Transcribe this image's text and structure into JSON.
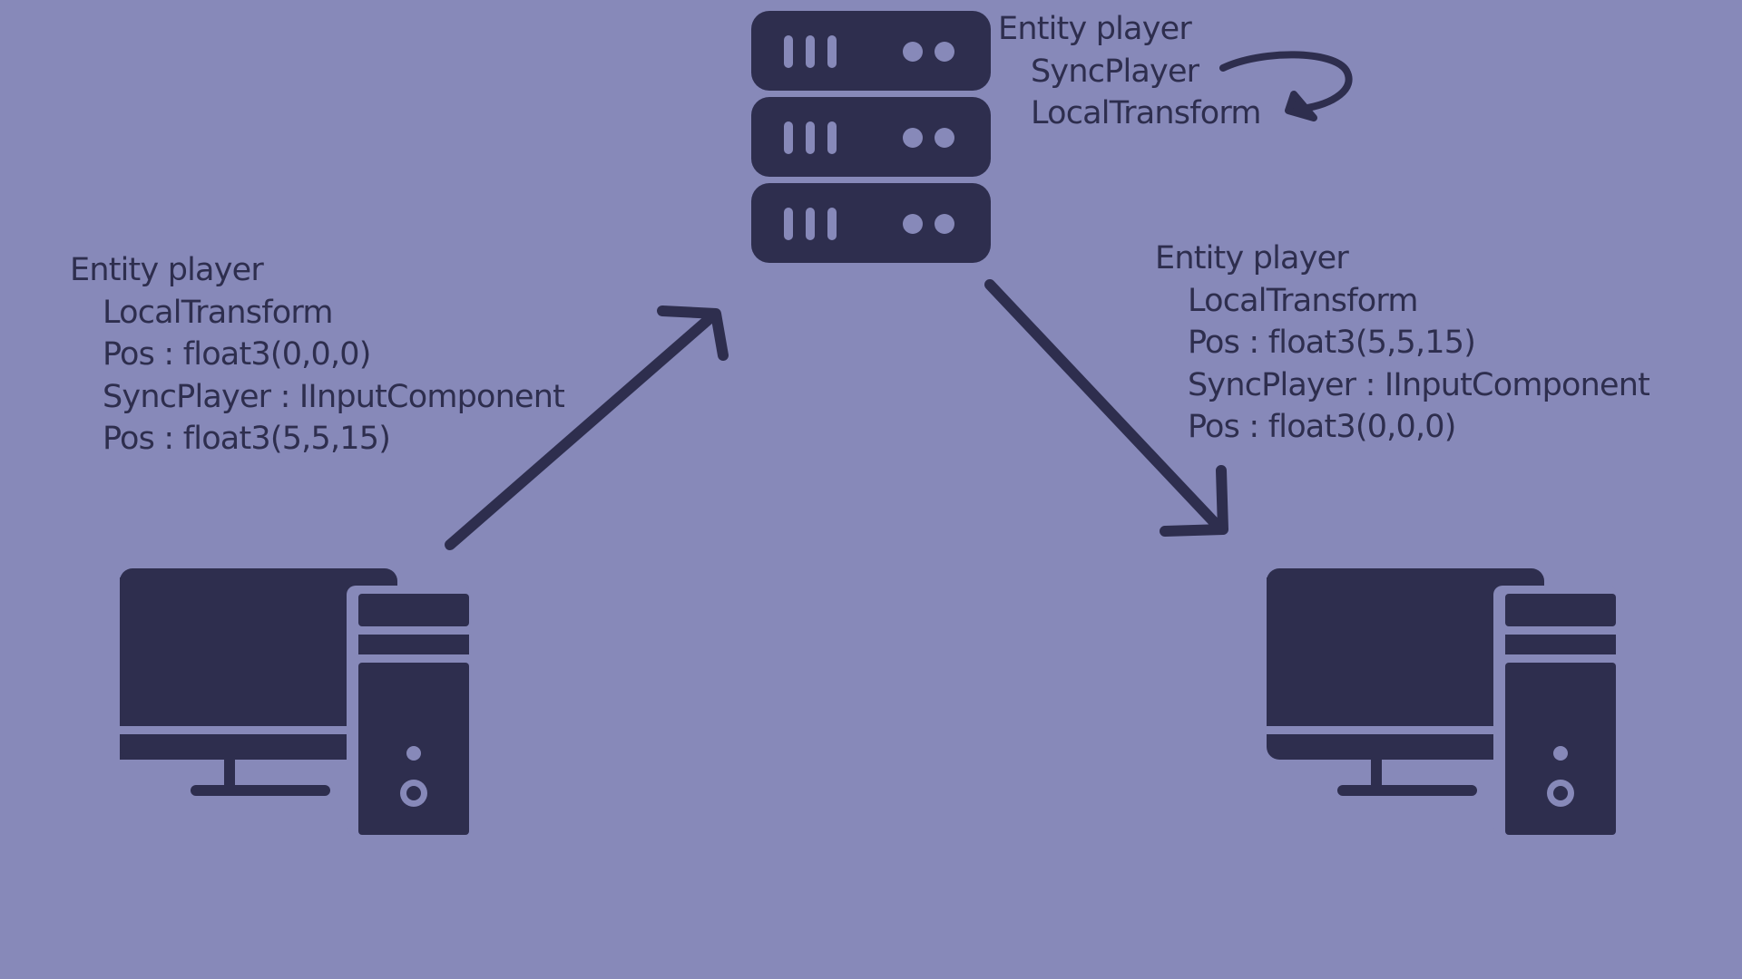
{
  "colors": {
    "background": "#8789b9",
    "ink": "#2e2e4e"
  },
  "server": {
    "icon": "server-rack-icon",
    "entity_block": {
      "title": "Entity player",
      "lines": [
        "SyncPlayer",
        "LocalTransform"
      ]
    },
    "self_arrow": "curved-arrow-icon"
  },
  "client_left": {
    "icon": "desktop-computer-icon",
    "entity_block": {
      "title": "Entity player",
      "lines": [
        "LocalTransform",
        "Pos : float3(0,0,0)",
        "SyncPlayer : IInputComponent",
        "Pos : float3(5,5,15)"
      ]
    }
  },
  "client_right": {
    "icon": "desktop-computer-icon",
    "entity_block": {
      "title": "Entity player",
      "lines": [
        "LocalTransform",
        "Pos : float3(5,5,15)",
        "SyncPlayer : IInputComponent",
        "Pos : float3(0,0,0)"
      ]
    }
  },
  "arrows": [
    {
      "from": "client_left",
      "to": "server",
      "icon": "arrow-up-right-icon"
    },
    {
      "from": "server",
      "to": "client_right",
      "icon": "arrow-down-right-icon"
    }
  ]
}
